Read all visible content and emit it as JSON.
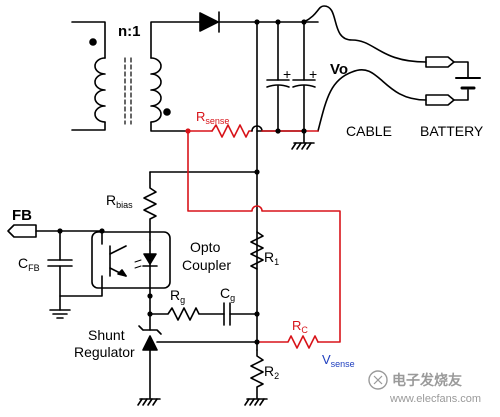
{
  "labels": {
    "ratio": "n:1",
    "rsense_main": "R",
    "rsense_sub": "sense",
    "vo": "Vo",
    "cable": "CABLE",
    "battery": "BATTERY",
    "rbias_main": "R",
    "rbias_sub": "bias",
    "fb": "FB",
    "cfb_main": "C",
    "cfb_sub": "FB",
    "opto_line1": "Opto",
    "opto_line2": "Coupler",
    "r1_main": "R",
    "r1_sub": "1",
    "rg_main": "R",
    "rg_sub": "g",
    "cg_main": "C",
    "cg_sub": "g",
    "rc_main": "R",
    "rc_sub": "C",
    "shunt_line1": "Shunt",
    "shunt_line2": "Regulator",
    "vsense_main": "V",
    "vsense_sub": "sense",
    "r2_main": "R",
    "r2_sub": "2",
    "plus1": "+",
    "plus2": "+"
  },
  "watermark": {
    "brand": "电子发烧友",
    "url": "www.elecfans.com"
  },
  "colors": {
    "wire": "#000000",
    "sense": "#d8141a",
    "vsense": "#1f3fbf"
  }
}
